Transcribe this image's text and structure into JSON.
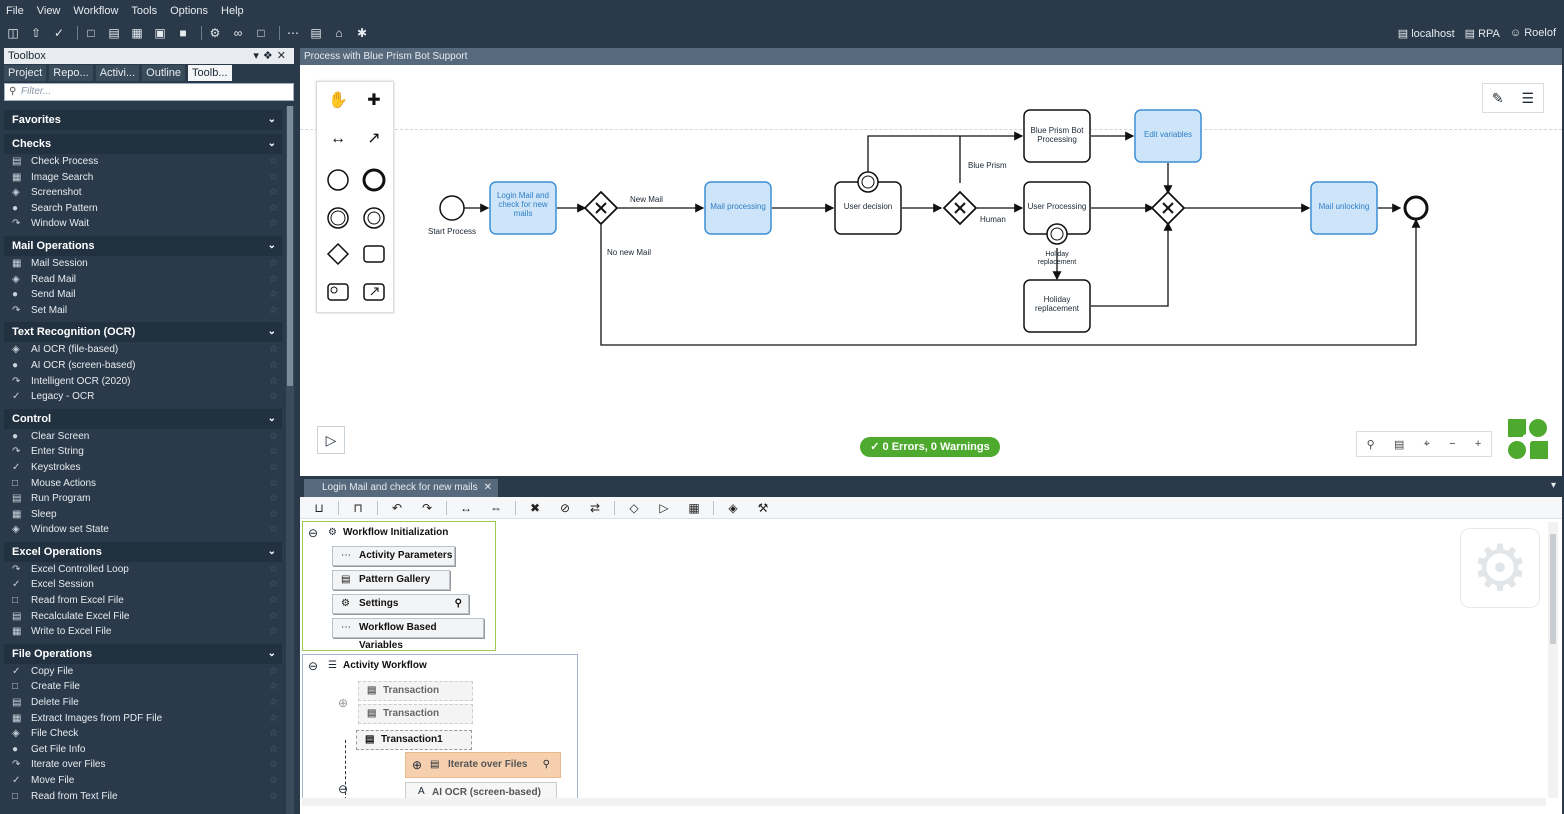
{
  "menu": [
    "File",
    "View",
    "Workflow",
    "Tools",
    "Options",
    "Help"
  ],
  "topright": {
    "server": "localhost",
    "rpa": "RPA",
    "user": "Roelof"
  },
  "toolbox": {
    "title": "Toolbox",
    "tabs": [
      "Project",
      "Repo...",
      "Activi...",
      "Outline",
      "Toolb..."
    ],
    "filter_placeholder": "Filter...",
    "categories": [
      {
        "name": "Favorites",
        "items": []
      },
      {
        "name": "Checks",
        "items": [
          "Check Process",
          "Image Search",
          "Screenshot",
          "Search Pattern",
          "Window Wait"
        ]
      },
      {
        "name": "Mail Operations",
        "items": [
          "Mail Session",
          "Read Mail",
          "Send Mail",
          "Set Mail"
        ]
      },
      {
        "name": "Text Recognition (OCR)",
        "items": [
          "AI OCR (file-based)",
          "AI OCR (screen-based)",
          "Intelligent OCR (2020)",
          "Legacy - OCR"
        ]
      },
      {
        "name": "Control",
        "items": [
          "Clear Screen",
          "Enter String",
          "Keystrokes",
          "Mouse Actions",
          "Run Program",
          "Sleep",
          "Window set State"
        ]
      },
      {
        "name": "Excel Operations",
        "items": [
          "Excel Controlled Loop",
          "Excel Session",
          "Read from Excel File",
          "Recalculate Excel File",
          "Write to Excel File"
        ]
      },
      {
        "name": "File Operations",
        "items": [
          "Copy File",
          "Create File",
          "Delete File",
          "Extract Images from PDF File",
          "File Check",
          "Get File Info",
          "Iterate over Files",
          "Move File",
          "Read from Text File"
        ]
      }
    ]
  },
  "editor": {
    "title": "Process with Blue Prism Bot Support",
    "status": "0 Errors, 0 Warnings",
    "diagram": {
      "start_label": "Start Process",
      "login": "Login Mail and check for new mails",
      "mail_processing": "Mail processing",
      "user_decision": "User decision",
      "bp_processing": "Blue Prism Bot Processing",
      "edit_vars": "Edit variables",
      "user_processing": "User Processing",
      "holiday": "Holiday replacement",
      "holiday_timer": "Holiday replacement",
      "mail_unlocking": "Mail unlocking",
      "new_mail": "New Mail",
      "no_new_mail": "No new Mail",
      "blue_prism": "Blue Prism",
      "human": "Human"
    }
  },
  "bottom": {
    "tab": "Login Mail and check for new mails",
    "wf_init": "Workflow Initialization",
    "activity_params": "Activity Parameters",
    "pattern_gallery": "Pattern Gallery",
    "settings": "Settings",
    "wf_vars": "Workflow Based Variables",
    "activity_workflow": "Activity Workflow",
    "transaction_a": "Transaction",
    "transaction_b": "Transaction",
    "transaction1": "Transaction1",
    "iterate": "Iterate over Files",
    "ai_ocr": "AI OCR (screen-based)"
  }
}
